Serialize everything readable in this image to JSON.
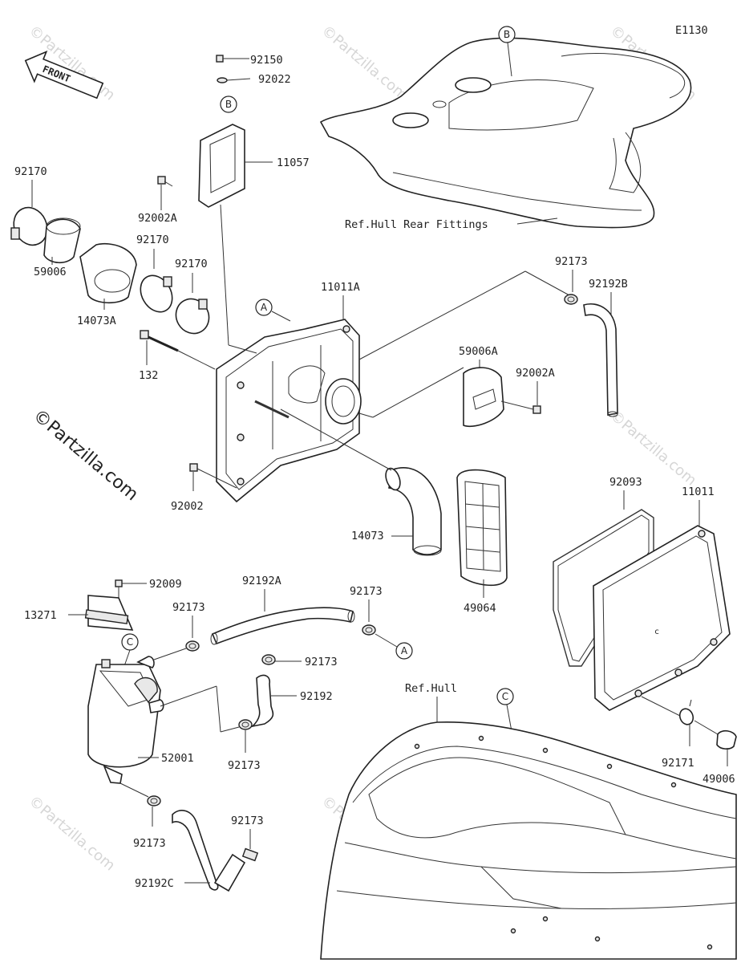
{
  "diagram_id": "E1130",
  "front_label": "FRONT",
  "watermark": "©Partzilla.com",
  "parts": {
    "p92150": "92150",
    "p92022": "92022",
    "p11057": "11057",
    "p92002A_top": "92002A",
    "p92170_a": "92170",
    "p92170_b": "92170",
    "p92170_c": "92170",
    "p59006": "59006",
    "p14073A": "14073A",
    "p132": "132",
    "p11011A": "11011A",
    "p92173_top": "92173",
    "p92192B": "92192B",
    "p59006A": "59006A",
    "p92002A_mid": "92002A",
    "p92002": "92002",
    "p14073": "14073",
    "p49064": "49064",
    "p92093": "92093",
    "p11011": "11011",
    "p92009": "92009",
    "p13271": "13271",
    "p92173_a": "92173",
    "p92192A": "92192A",
    "p92173_b": "92173",
    "p92173_c": "92173",
    "p92192": "92192",
    "p92173_d": "92173",
    "p52001": "52001",
    "p92173_e": "92173",
    "p92173_f": "92173",
    "p92192C": "92192C",
    "p92171": "92171",
    "p49006": "49006"
  },
  "refs": {
    "hull_rear": "Ref.Hull Rear Fittings",
    "hull": "Ref.Hull"
  },
  "callouts": {
    "A": "A",
    "B": "B",
    "C": "C"
  }
}
